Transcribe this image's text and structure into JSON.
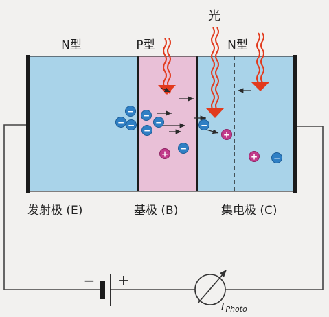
{
  "light_label": "光",
  "regions": {
    "emitter_type": "N型",
    "base_type": "P型",
    "collector_type": "N型"
  },
  "terminals": {
    "emitter": "发射极 (E)",
    "base": "基极 (B)",
    "collector": "集电极 (C)"
  },
  "battery": {
    "minus": "−",
    "plus": "+"
  },
  "meter_label_main": "I",
  "meter_label_sub": "Photo",
  "charge_signs": {
    "electron": "−",
    "hole": "+"
  },
  "colors": {
    "n_region": "#a9d3e9",
    "p_region": "#e9c0d7",
    "light": "#e23a1d",
    "electron": "#2f7fc4",
    "hole": "#c13a8a",
    "wire": "#444444"
  }
}
